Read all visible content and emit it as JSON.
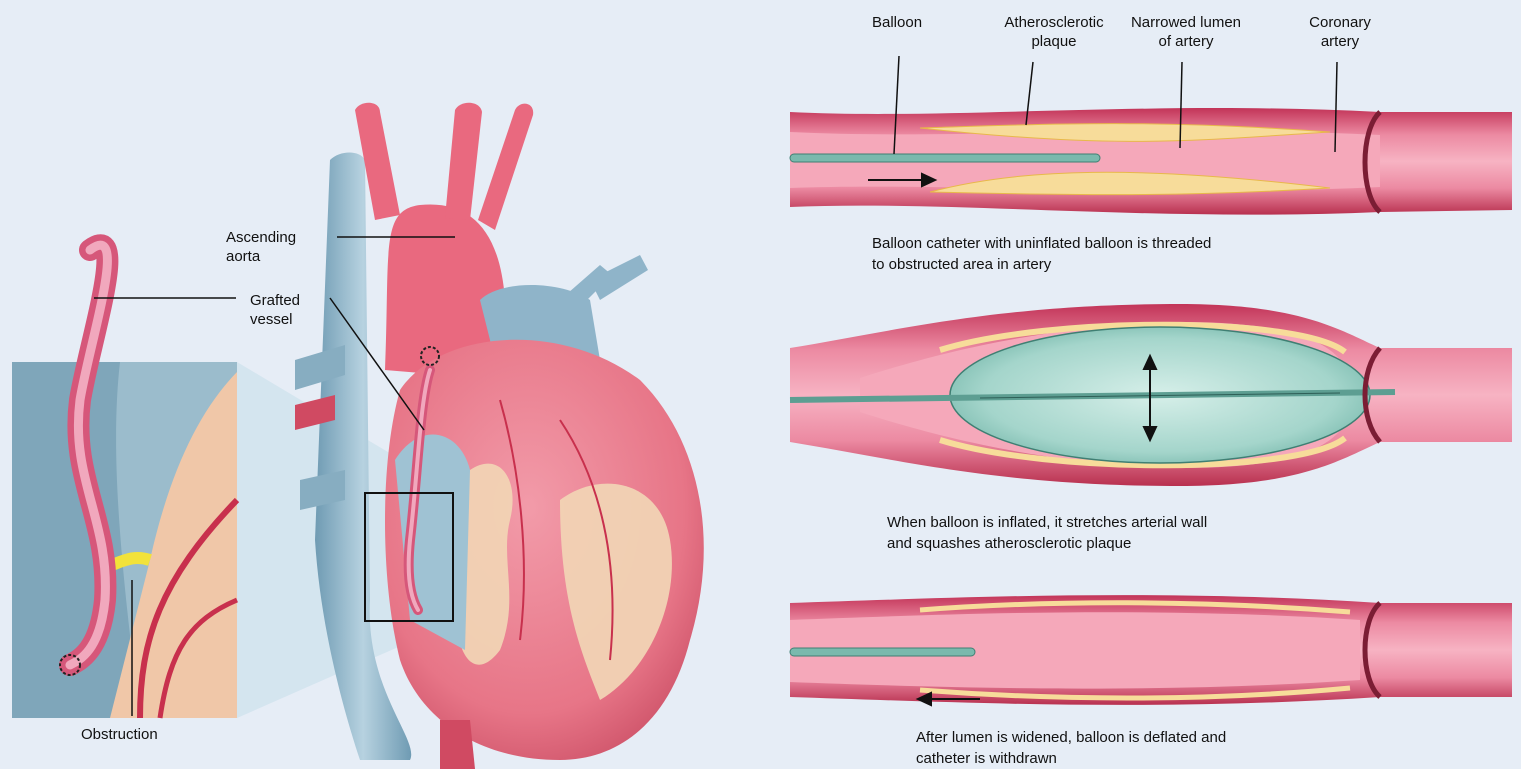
{
  "left": {
    "labels": {
      "ascending_aorta": "Ascending\naorta",
      "grafted_vessel": "Grafted\nvessel",
      "obstruction": "Obstruction"
    }
  },
  "right": {
    "labels": {
      "balloon": "Balloon",
      "plaque": "Atherosclerotic\nplaque",
      "narrowed_lumen": "Narrowed lumen\nof artery",
      "coronary_artery": "Coronary\nartery"
    },
    "captions": {
      "step1": "Balloon catheter with uninflated balloon is threaded\nto obstructed area in artery",
      "step2": "When balloon is inflated, it stretches arterial wall\nand squashes atherosclerotic plaque",
      "step3": "After lumen is widened, balloon is deflated and\ncatheter is withdrawn"
    }
  },
  "colors": {
    "background": "#e6edf6",
    "artery_wall": "#c8355a",
    "artery_lumen": "#f4a0b4",
    "vein_blue": "#8fb4c9",
    "plaque": "#f7dc9a",
    "balloon": "#a9d9cf",
    "obstruction": "#f2e23a"
  }
}
